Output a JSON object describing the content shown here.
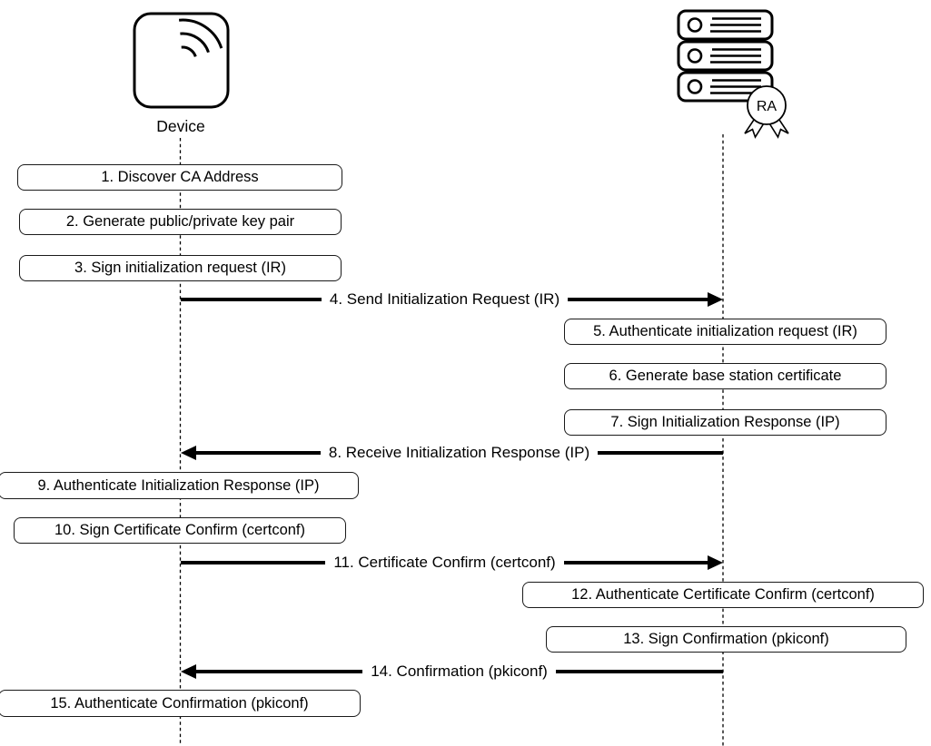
{
  "actors": {
    "device": {
      "label": "Device",
      "icon": "wireless-device-icon"
    },
    "ra": {
      "label": "RA",
      "icon": "server-stack-icon with certificate-badge-icon"
    }
  },
  "colors": {
    "stroke": "#000000",
    "fill": "#ffffff"
  },
  "steps": [
    {
      "id": 1,
      "kind": "box",
      "lane": "device",
      "label": "1. Discover CA Address"
    },
    {
      "id": 2,
      "kind": "box",
      "lane": "device",
      "label": "2. Generate public/private key pair"
    },
    {
      "id": 3,
      "kind": "box",
      "lane": "device",
      "label": "3. Sign initialization request (IR)"
    },
    {
      "id": 4,
      "kind": "message",
      "from": "device",
      "to": "ra",
      "label": "4. Send Initialization Request (IR)"
    },
    {
      "id": 5,
      "kind": "box",
      "lane": "ra",
      "label": "5. Authenticate initialization request (IR)"
    },
    {
      "id": 6,
      "kind": "box",
      "lane": "ra",
      "label": "6. Generate base station certificate"
    },
    {
      "id": 7,
      "kind": "box",
      "lane": "ra",
      "label": "7. Sign Initialization Response (IP)"
    },
    {
      "id": 8,
      "kind": "message",
      "from": "ra",
      "to": "device",
      "label": "8. Receive Initialization Response (IP)"
    },
    {
      "id": 9,
      "kind": "box",
      "lane": "device",
      "label": "9. Authenticate Initialization Response (IP)"
    },
    {
      "id": 10,
      "kind": "box",
      "lane": "device",
      "label": "10. Sign Certificate Confirm (certconf)"
    },
    {
      "id": 11,
      "kind": "message",
      "from": "device",
      "to": "ra",
      "label": "11. Certificate Confirm (certconf)"
    },
    {
      "id": 12,
      "kind": "box",
      "lane": "ra",
      "label": "12. Authenticate Certificate Confirm (certconf)"
    },
    {
      "id": 13,
      "kind": "box",
      "lane": "ra",
      "label": "13. Sign Confirmation (pkiconf)"
    },
    {
      "id": 14,
      "kind": "message",
      "from": "ra",
      "to": "device",
      "label": "14. Confirmation (pkiconf)"
    },
    {
      "id": 15,
      "kind": "box",
      "lane": "device",
      "label": "15. Authenticate Confirmation (pkiconf)"
    }
  ]
}
